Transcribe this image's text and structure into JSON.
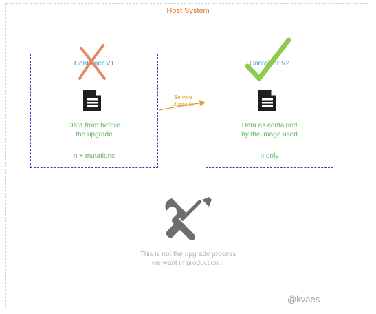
{
  "host": {
    "title": "Host System"
  },
  "containers": [
    {
      "title": "Container V1",
      "description_lines": [
        "Data from before",
        "the upgrade"
      ],
      "note": "n + mutations",
      "status": "rejected"
    },
    {
      "title": "Container V2",
      "description_lines": [
        "Data as contained",
        "by the image used"
      ],
      "note": "n only",
      "status": "accepted"
    }
  ],
  "arrow": {
    "label_lines": [
      "Service",
      "Upgrade"
    ]
  },
  "caption": {
    "lines": [
      "This is not the upgrade process",
      "we want in production..."
    ]
  },
  "watermark": "@kvaes",
  "colors": {
    "host_title": "#e07a2b",
    "container_border": "#3a3ac8",
    "container_title": "#3d9bc3",
    "container_text": "#5cb85c",
    "arrow": "#d9a22a",
    "cross": "#e0825a",
    "check": "#8ccc4c",
    "tools": "#6e6e6e",
    "caption": "#b4b4b4",
    "icon": "#1f1f1f"
  },
  "icons": {
    "document": "document-icon",
    "cross": "cross-icon",
    "check": "checkmark-icon",
    "tools": "wrench-screwdriver-icon"
  }
}
